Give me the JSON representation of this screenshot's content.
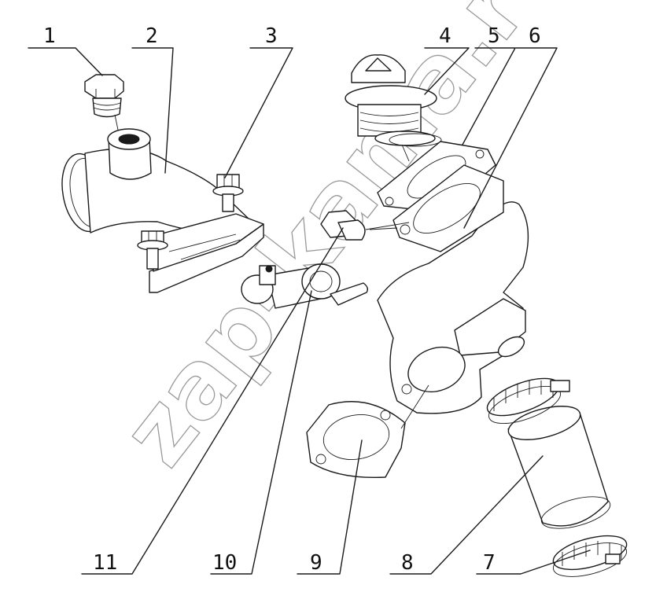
{
  "diagram": {
    "callouts": [
      {
        "id": "1",
        "label": "1"
      },
      {
        "id": "2",
        "label": "2"
      },
      {
        "id": "3",
        "label": "3"
      },
      {
        "id": "4",
        "label": "4"
      },
      {
        "id": "5",
        "label": "5"
      },
      {
        "id": "6",
        "label": "6"
      },
      {
        "id": "7",
        "label": "7"
      },
      {
        "id": "8",
        "label": "8"
      },
      {
        "id": "9",
        "label": "9"
      },
      {
        "id": "10",
        "label": "10"
      },
      {
        "id": "11",
        "label": "11"
      }
    ],
    "watermark": "zap-kama.ru",
    "line_color": "#1a1a1a",
    "watermark_color": "#9a9a9a"
  }
}
